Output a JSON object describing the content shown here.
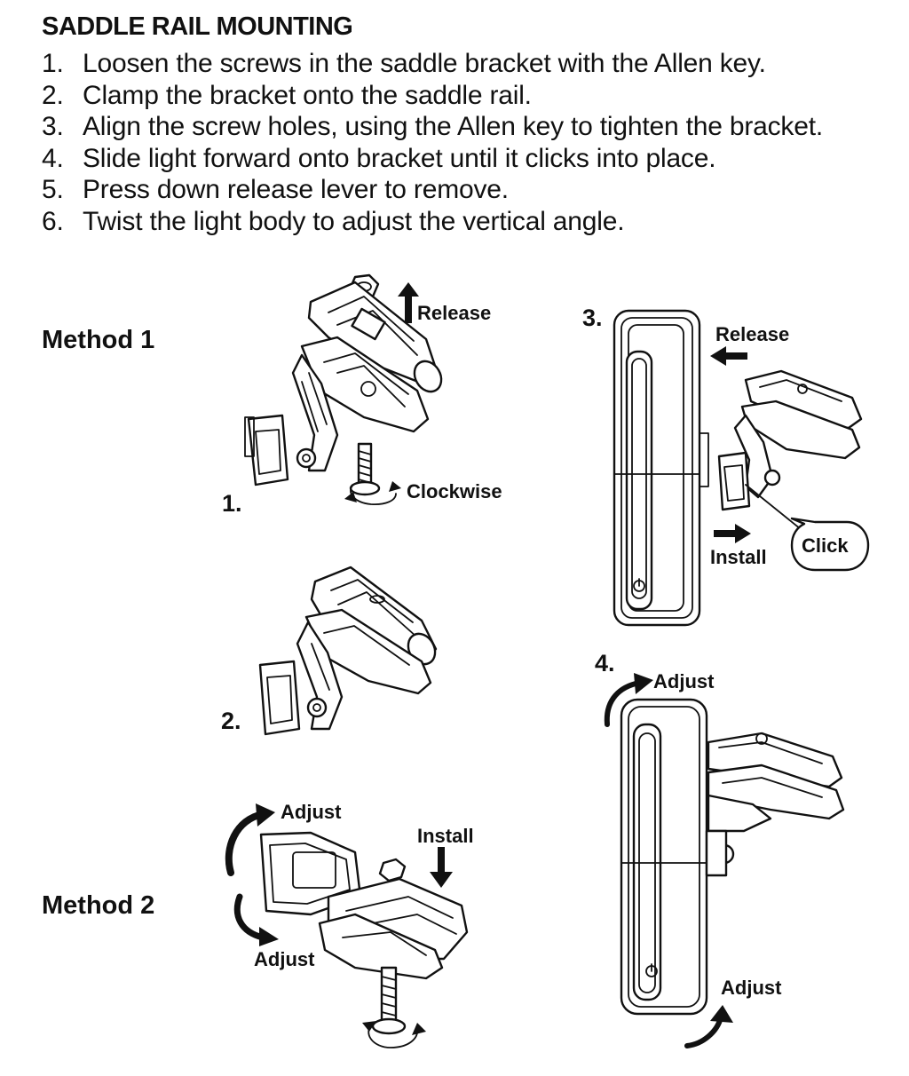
{
  "document": {
    "heading": "SADDLE RAIL MOUNTING",
    "steps": [
      {
        "num": "1.",
        "text": "Loosen the screws in the saddle bracket with the Allen key."
      },
      {
        "num": "2.",
        "text": "Clamp the bracket onto the saddle rail."
      },
      {
        "num": "3.",
        "text": "Align the screw holes, using the Allen key to tighten the bracket."
      },
      {
        "num": "4.",
        "text": "Slide light forward onto bracket until it clicks into place."
      },
      {
        "num": "5.",
        "text": "Press down release lever to remove."
      },
      {
        "num": "6.",
        "text": "Twist the light body to adjust the vertical angle."
      }
    ]
  },
  "methods": {
    "method1": "Method 1",
    "method2": "Method 2"
  },
  "figures": {
    "fig1": {
      "step": "1.",
      "release": "Release",
      "clockwise": "Clockwise"
    },
    "fig2": {
      "step": "2."
    },
    "fig3": {
      "step": "3.",
      "release": "Release",
      "install": "Install",
      "click": "Click"
    },
    "fig4": {
      "step": "4.",
      "adjust_top": "Adjust",
      "adjust_bottom": "Adjust"
    },
    "method2_fig": {
      "adjust_top": "Adjust",
      "install": "Install",
      "adjust_bottom": "Adjust"
    }
  }
}
